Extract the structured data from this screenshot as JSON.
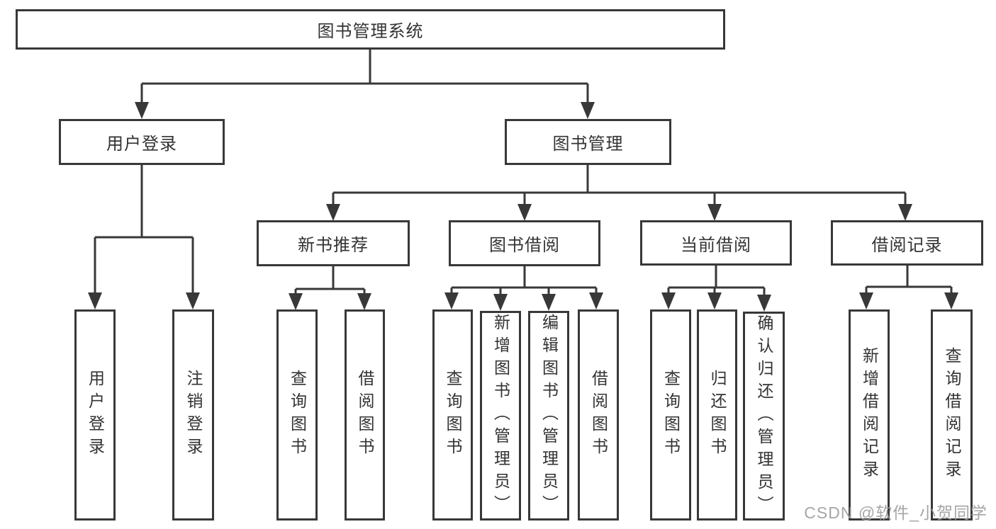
{
  "title": "图书管理系统",
  "watermark": "CSDN @软件_小贺同学",
  "colors": {
    "line": "#383838",
    "text": "#333333",
    "background": "#ffffff",
    "watermark": "#9e9e9e"
  },
  "tree": {
    "label": "图书管理系统",
    "children": [
      {
        "label": "用户登录",
        "children": [
          {
            "label": "用户登录"
          },
          {
            "label": "注销登录"
          }
        ]
      },
      {
        "label": "图书管理",
        "children": [
          {
            "label": "新书推荐",
            "children": [
              {
                "label": "查询图书"
              },
              {
                "label": "借阅图书"
              }
            ]
          },
          {
            "label": "图书借阅",
            "children": [
              {
                "label": "查询图书"
              },
              {
                "label": "新增图书（管理员）"
              },
              {
                "label": "编辑图书（管理员）"
              },
              {
                "label": "借阅图书"
              }
            ]
          },
          {
            "label": "当前借阅",
            "children": [
              {
                "label": "查询图书"
              },
              {
                "label": "归还图书"
              },
              {
                "label": "确认归还（管理员）"
              }
            ]
          },
          {
            "label": "借阅记录",
            "children": [
              {
                "label": "新增借阅记录"
              },
              {
                "label": "查询借阅记录"
              }
            ]
          }
        ]
      }
    ]
  }
}
